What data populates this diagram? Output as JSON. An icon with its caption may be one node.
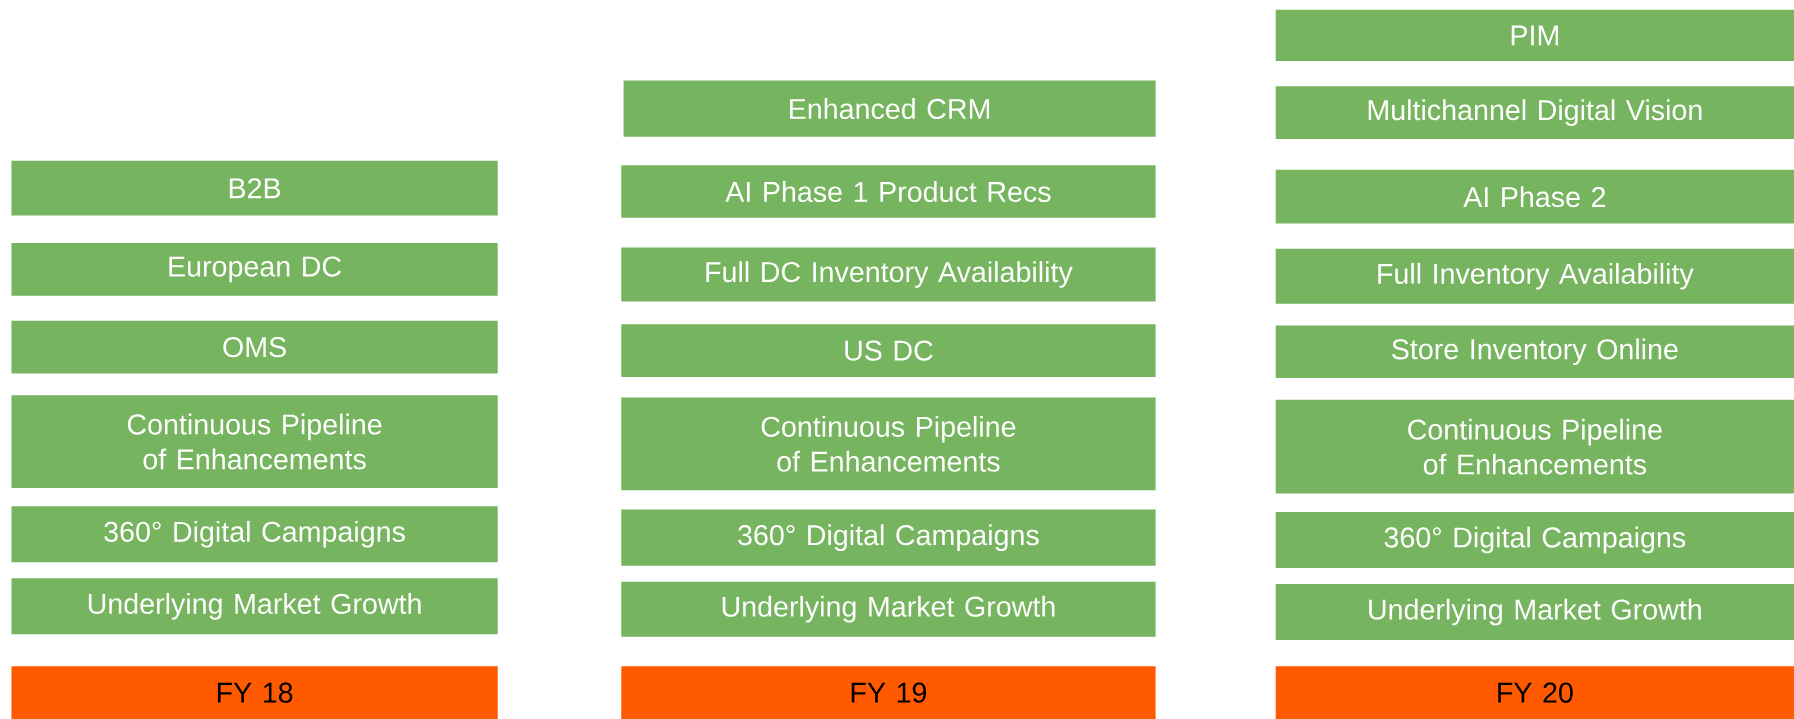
{
  "diagram": {
    "nodes": [
      {
        "text": [
          "B2B"
        ]
      },
      {
        "text": [
          "European DC"
        ]
      },
      {
        "text": [
          "OMS"
        ]
      },
      {
        "text": [
          "Continuous Pipeline of Enhancements"
        ]
      },
      {
        "text": [
          "360° Digital Campaigns"
        ]
      },
      {
        "text": [
          "Underlying Market Growth"
        ]
      },
      {
        "text": [
          "FY 18"
        ]
      },
      {
        "text": [
          "Enhanced CRM"
        ]
      },
      {
        "text": [
          "AI Phase 1 Product Recs"
        ]
      },
      {
        "text": [
          "Full DC Inventory Availability"
        ]
      },
      {
        "text": [
          "US DC"
        ]
      },
      {
        "text": [
          "Continuous Pipeline of Enhancements"
        ]
      },
      {
        "text": [
          "360° Digital Campaigns"
        ]
      },
      {
        "text": [
          "Underlying Market Growth"
        ]
      },
      {
        "text": [
          "FY 19"
        ]
      },
      {
        "text": [
          "PIM"
        ]
      },
      {
        "text": [
          "Multichannel Digital Vision"
        ]
      },
      {
        "text": [
          "AI Phase 2"
        ]
      },
      {
        "text": [
          "Full Inventory Availability"
        ]
      },
      {
        "text": [
          "Store Inventory Online"
        ]
      },
      {
        "text": [
          "Continuous Pipeline of Enhancements"
        ]
      },
      {
        "text": [
          "360° Digital Campaigns"
        ]
      },
      {
        "text": [
          "Underlying Market Growth"
        ]
      },
      {
        "text": [
          "FY 20"
        ]
      }
    ]
  }
}
